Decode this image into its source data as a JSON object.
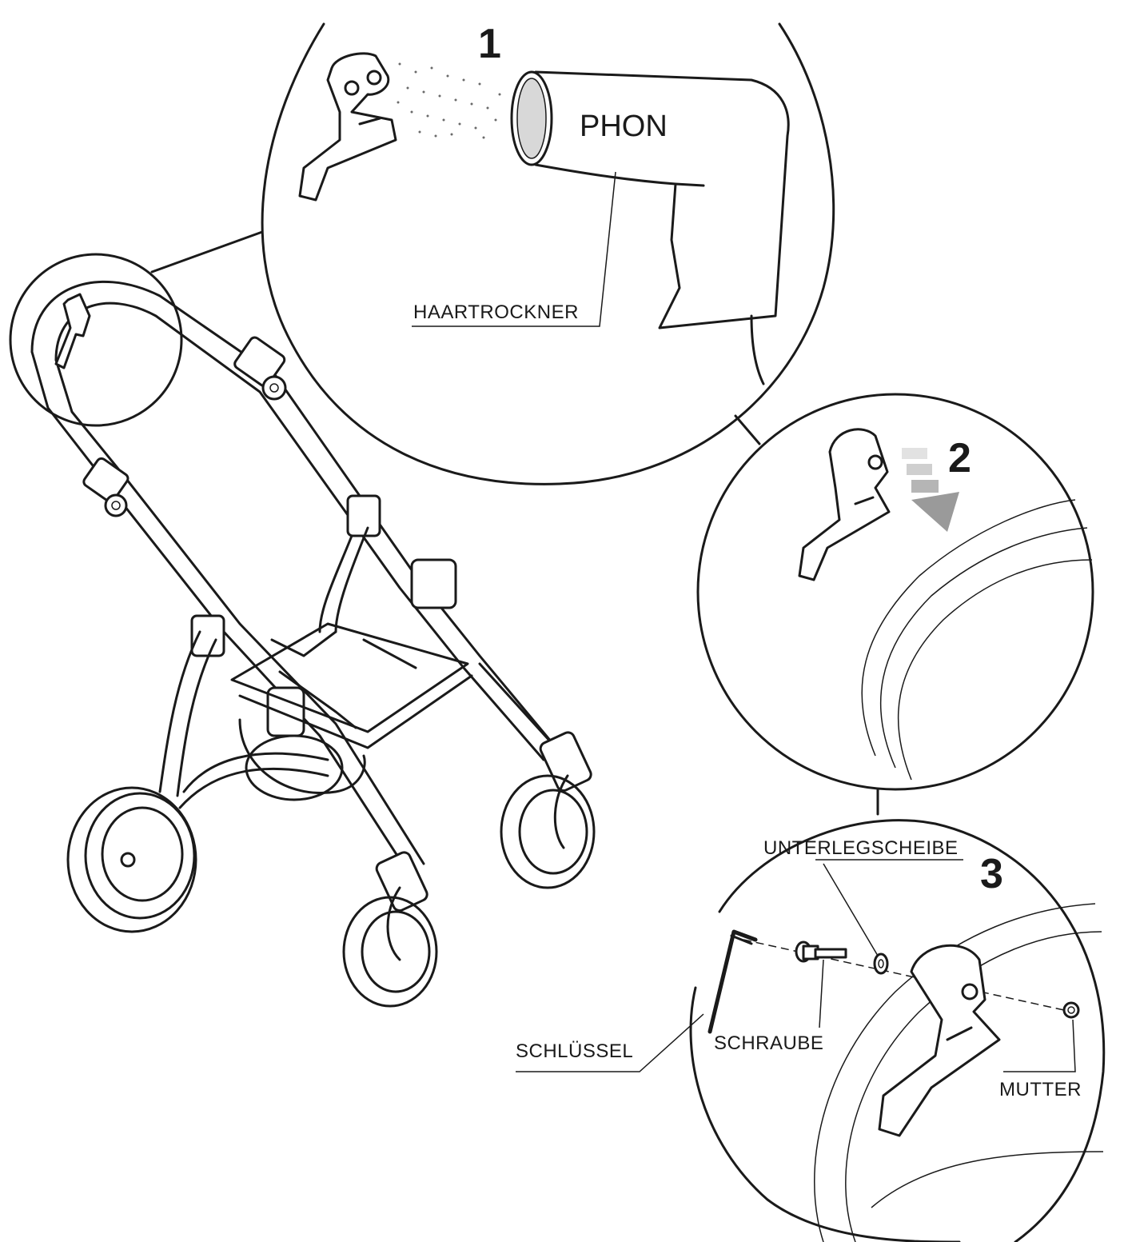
{
  "steps": {
    "step1": {
      "number": "1",
      "dryer_text": "PHON",
      "callout": "HAARTROCKNER"
    },
    "step2": {
      "number": "2"
    },
    "step3": {
      "number": "3",
      "washer": "UNTERLEGSCHEIBE",
      "key": "SCHLÜSSEL",
      "screw": "SCHRAUBE",
      "nut": "MUTTER"
    }
  },
  "colors": {
    "line": "#1a1a1a",
    "arrow": "#9a9a9a",
    "background": "#ffffff"
  }
}
